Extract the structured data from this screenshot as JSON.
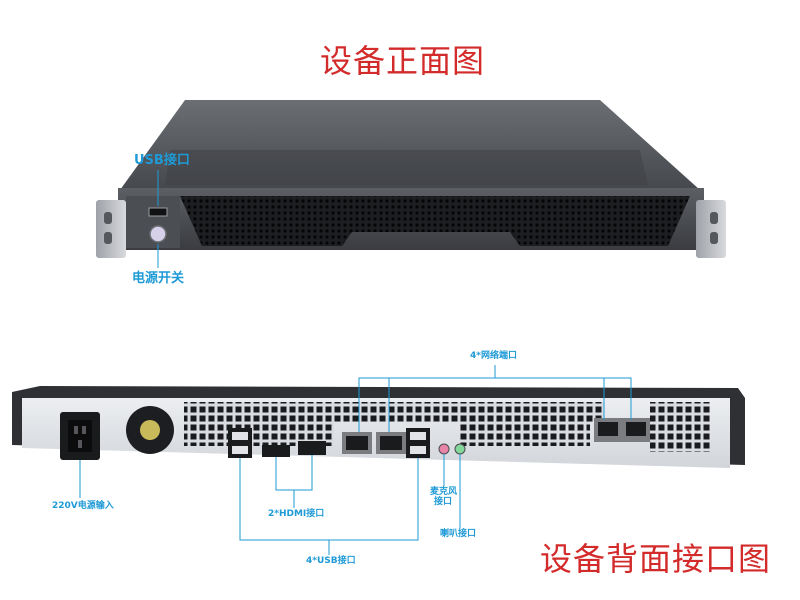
{
  "front": {
    "title": "设备正面图",
    "callouts": {
      "usb": "USB接口",
      "power": "电源开关"
    }
  },
  "back": {
    "title": "设备背面接口图",
    "callouts": {
      "network": "4*网络端口",
      "power_in": "220V电源输入",
      "hdmi": "2*HDMI接口",
      "mic": "麦克风\n接口",
      "mic_line1": "麦克风",
      "mic_line2": "接口",
      "speaker": "喇叭接口",
      "usb": "4*USB接口"
    }
  },
  "colors": {
    "title": "#d32a2a",
    "callout": "#1e9ad6",
    "chassis_dark": "#2e3034",
    "chassis_top": "#5a5d62",
    "rear_panel": "#e4e6ea"
  }
}
